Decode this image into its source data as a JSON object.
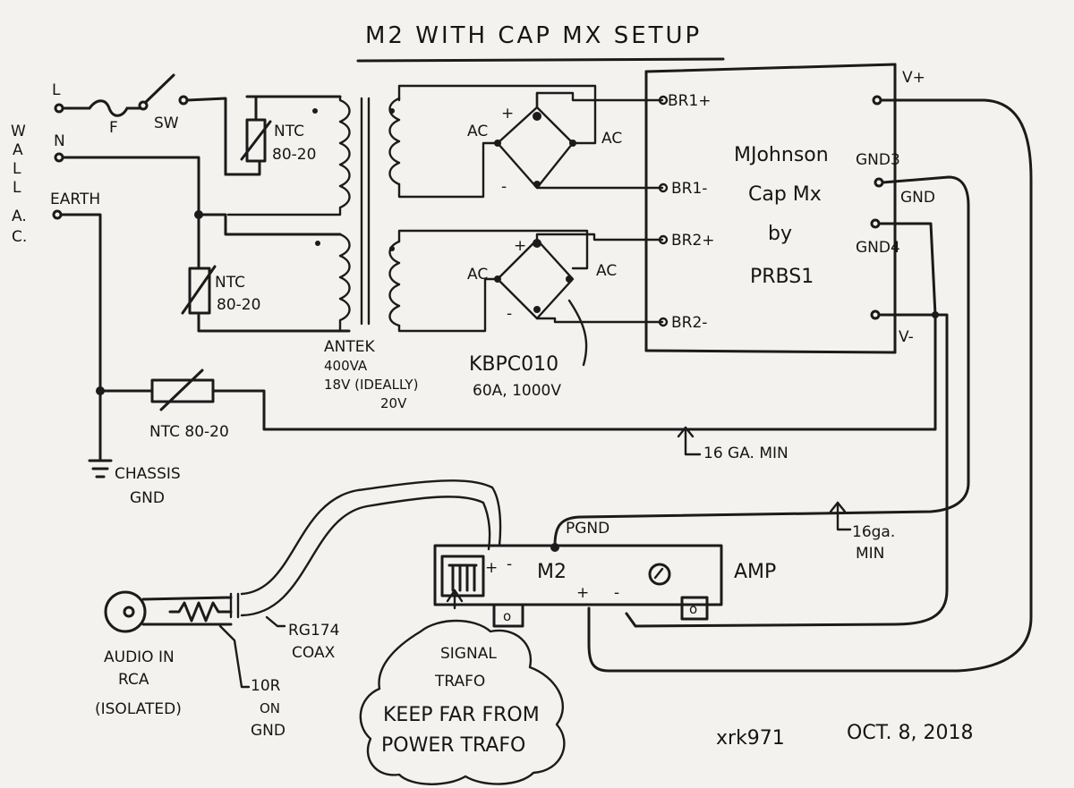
{
  "title": "M2 WITH CAP MX SETUP",
  "wall": {
    "vertical": [
      "W",
      "A",
      "L",
      "L",
      "A.",
      "C."
    ],
    "line": "L",
    "neutral": "N",
    "earth": "EARTH",
    "fuse": "F",
    "switch": "SW"
  },
  "ntc": {
    "upper_label": "NTC",
    "upper_value": "80-20",
    "lower_label": "NTC",
    "lower_value": "80-20",
    "ground_label": "NTC 80-20"
  },
  "transformer": [
    "ANTEK",
    "400VA",
    "18V (IDEALLY)",
    "20V"
  ],
  "bridge": {
    "ac": "AC",
    "plus": "+",
    "minus": "-",
    "part": "KBPC010",
    "rating": "60A, 1000V"
  },
  "capmx": {
    "pins": {
      "br1p": "BR1+",
      "br1m": "BR1-",
      "br2p": "BR2+",
      "br2m": "BR2-"
    },
    "lines": [
      "MJohnson",
      "Cap Mx",
      "by",
      "PRBS1"
    ],
    "vplus": "V+",
    "gnd3": "GND3",
    "gnd": "GND",
    "gnd4": "GND4",
    "vminus": "V-"
  },
  "wire_notes": {
    "power": "16 GA. MIN",
    "amp_1": "16ga.",
    "amp_2": "MIN"
  },
  "chassis": [
    "CHASSIS",
    "GND"
  ],
  "amp": {
    "name": "M2",
    "label": "AMP",
    "pgnd": "PGND",
    "plus": "+",
    "minus": "-",
    "in_plus": "+",
    "in_minus": "-"
  },
  "audio": {
    "rca": [
      "AUDIO IN",
      "RCA",
      "(ISOLATED)"
    ],
    "coax": [
      "RG174",
      "COAX"
    ],
    "resistor": [
      "10R",
      "ON",
      "GND"
    ]
  },
  "cloud": [
    "SIGNAL",
    "TRAFO",
    "KEEP FAR FROM",
    "POWER TRAFO"
  ],
  "signature": {
    "author": "xrk971",
    "date": "OCT. 8, 2018"
  }
}
